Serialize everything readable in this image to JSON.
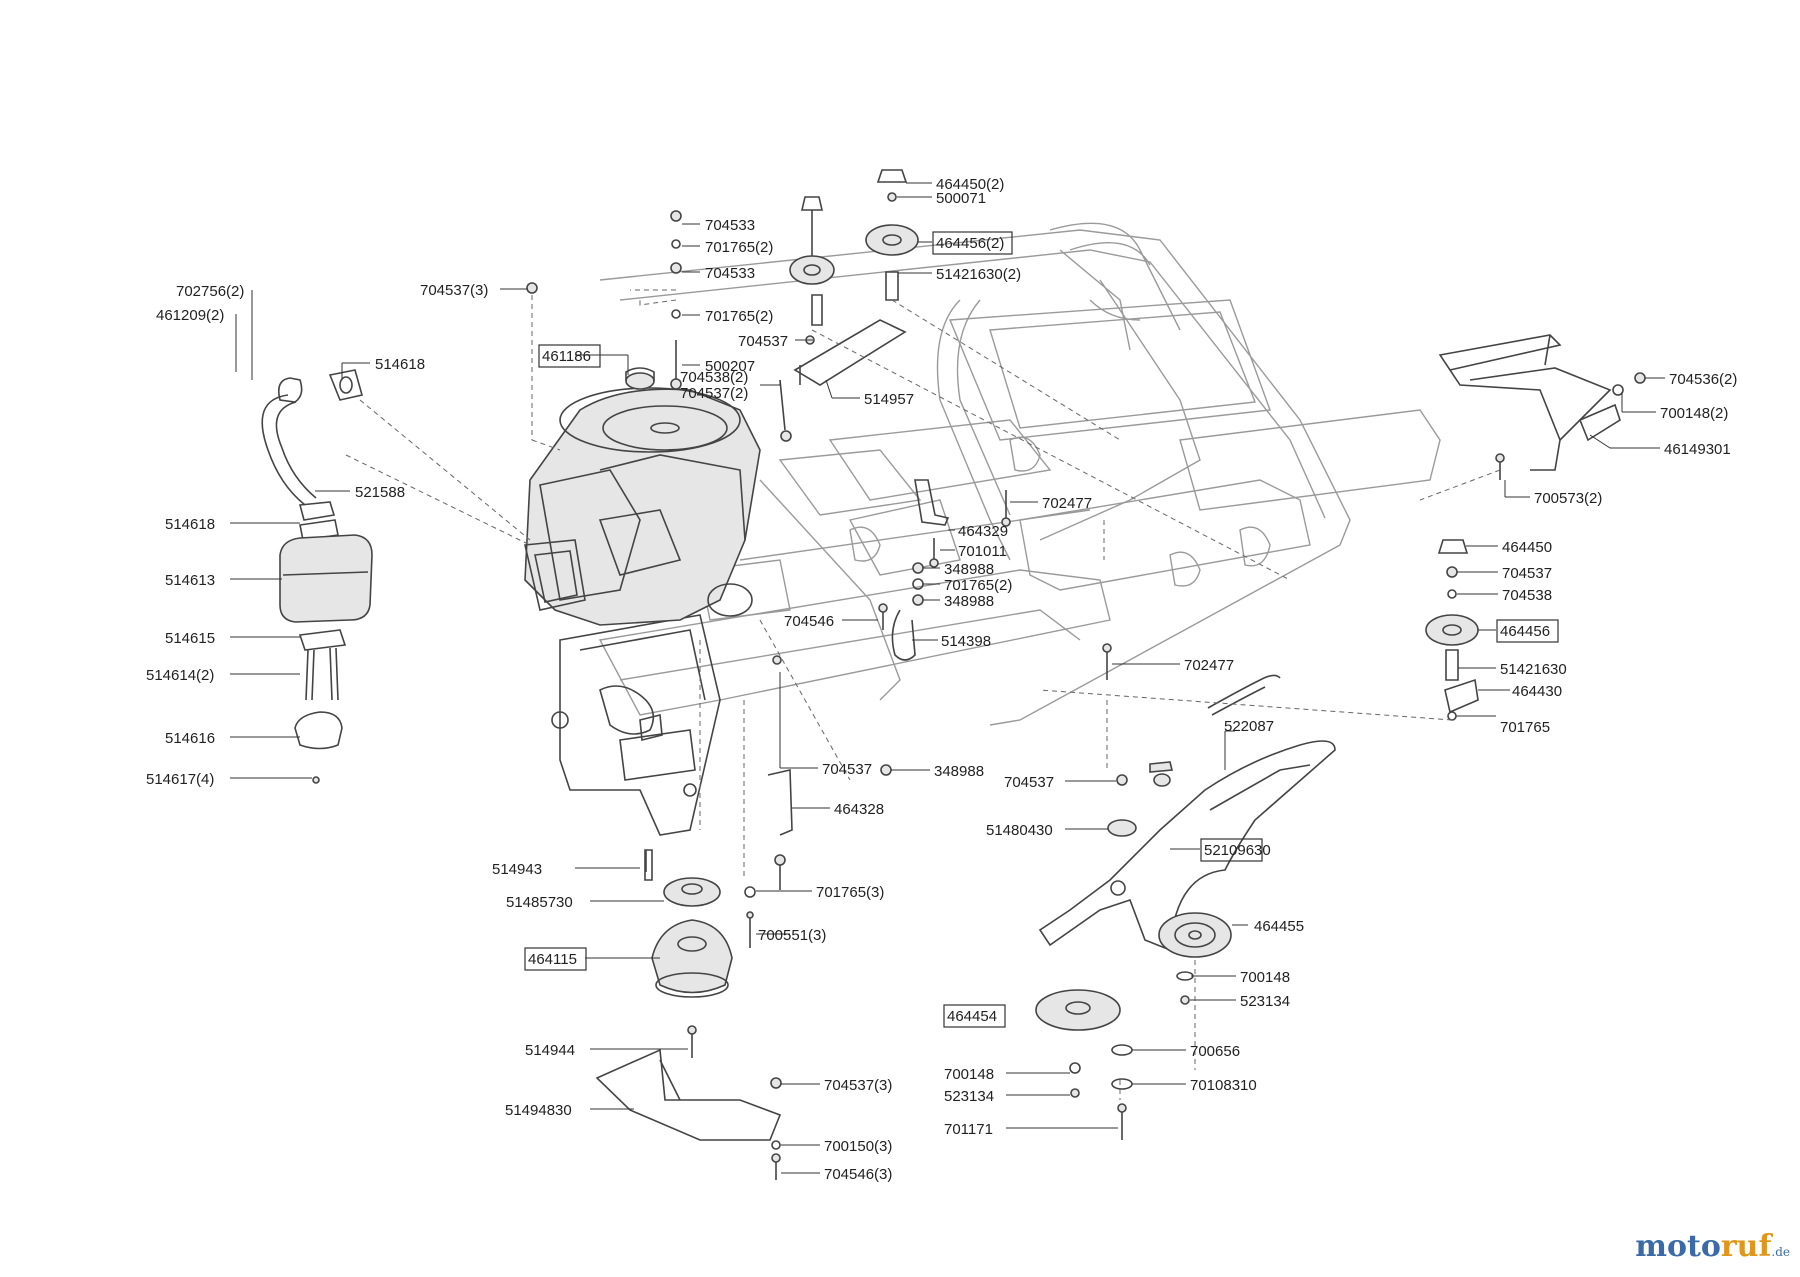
{
  "brand": {
    "name_a": "moto",
    "name_b": "ruf",
    "suffix": ".de"
  },
  "parts": [
    {
      "id": "704537(3)",
      "boxed": false
    },
    {
      "id": "702756(2)",
      "boxed": false
    },
    {
      "id": "461209(2)",
      "boxed": false
    },
    {
      "id": "514618",
      "boxed": false
    },
    {
      "id": "461186",
      "boxed": true
    },
    {
      "id": "521588",
      "boxed": false
    },
    {
      "id": "514618",
      "boxed": false
    },
    {
      "id": "514613",
      "boxed": false
    },
    {
      "id": "514615",
      "boxed": false
    },
    {
      "id": "514614(2)",
      "boxed": false
    },
    {
      "id": "514616",
      "boxed": false
    },
    {
      "id": "514617(4)",
      "boxed": false
    },
    {
      "id": "704533",
      "boxed": false
    },
    {
      "id": "701765(2)",
      "boxed": false
    },
    {
      "id": "704533",
      "boxed": false
    },
    {
      "id": "701765(2)",
      "boxed": false
    },
    {
      "id": "704537",
      "boxed": false
    },
    {
      "id": "500207",
      "boxed": false
    },
    {
      "id": "704538(2)",
      "boxed": false
    },
    {
      "id": "704537(2)",
      "boxed": false
    },
    {
      "id": "464450(2)",
      "boxed": false
    },
    {
      "id": "500071",
      "boxed": false
    },
    {
      "id": "464456(2)",
      "boxed": true
    },
    {
      "id": "51421630(2)",
      "boxed": false
    },
    {
      "id": "514957",
      "boxed": false
    },
    {
      "id": "702477",
      "boxed": false
    },
    {
      "id": "464329",
      "boxed": false
    },
    {
      "id": "701011",
      "boxed": false
    },
    {
      "id": "348988",
      "boxed": false
    },
    {
      "id": "701765(2)",
      "boxed": false
    },
    {
      "id": "348988",
      "boxed": false
    },
    {
      "id": "704546",
      "boxed": false
    },
    {
      "id": "514398",
      "boxed": false
    },
    {
      "id": "702477",
      "boxed": false
    },
    {
      "id": "704536(2)",
      "boxed": false
    },
    {
      "id": "700148(2)",
      "boxed": false
    },
    {
      "id": "46149301",
      "boxed": false
    },
    {
      "id": "700573(2)",
      "boxed": false
    },
    {
      "id": "464450",
      "boxed": false
    },
    {
      "id": "704537",
      "boxed": false
    },
    {
      "id": "704538",
      "boxed": false
    },
    {
      "id": "464456",
      "boxed": true
    },
    {
      "id": "51421630",
      "boxed": false
    },
    {
      "id": "464430",
      "boxed": false
    },
    {
      "id": "701765",
      "boxed": false
    },
    {
      "id": "704537",
      "boxed": false
    },
    {
      "id": "348988",
      "boxed": false
    },
    {
      "id": "464328",
      "boxed": false
    },
    {
      "id": "514943",
      "boxed": false
    },
    {
      "id": "51485730",
      "boxed": false
    },
    {
      "id": "701765(3)",
      "boxed": false
    },
    {
      "id": "700551(3)",
      "boxed": false
    },
    {
      "id": "464115",
      "boxed": true
    },
    {
      "id": "514944",
      "boxed": false
    },
    {
      "id": "704537(3)",
      "boxed": false
    },
    {
      "id": "51494830",
      "boxed": false
    },
    {
      "id": "700150(3)",
      "boxed": false
    },
    {
      "id": "704546(3)",
      "boxed": false
    },
    {
      "id": "522087",
      "boxed": false
    },
    {
      "id": "704537",
      "boxed": false
    },
    {
      "id": "51480430",
      "boxed": false
    },
    {
      "id": "52109630",
      "boxed": false
    },
    {
      "id": "464455",
      "boxed": true
    },
    {
      "id": "700148",
      "boxed": false
    },
    {
      "id": "523134",
      "boxed": false
    },
    {
      "id": "464454",
      "boxed": true
    },
    {
      "id": "700656",
      "boxed": false
    },
    {
      "id": "700148",
      "boxed": false
    },
    {
      "id": "70108310",
      "boxed": false
    },
    {
      "id": "523134",
      "boxed": false
    },
    {
      "id": "701171",
      "boxed": false
    }
  ]
}
